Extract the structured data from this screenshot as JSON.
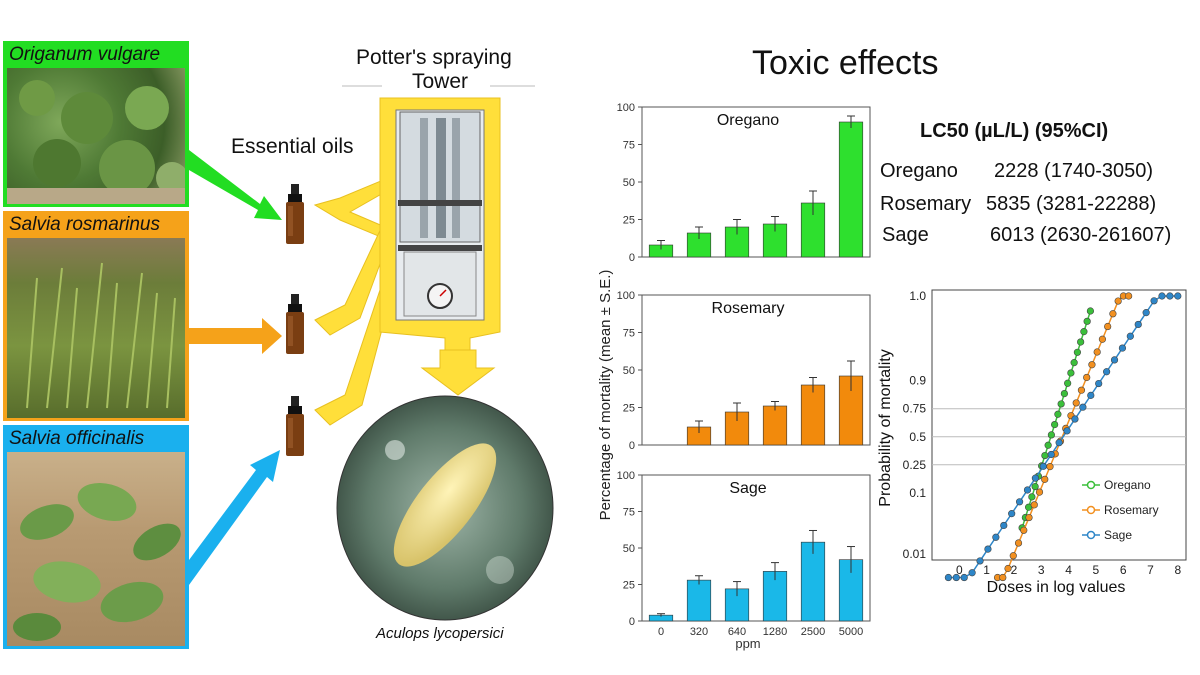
{
  "left": {
    "plants": [
      {
        "name": "Origanum vulgare",
        "color": "#22dd22"
      },
      {
        "name": "Salvia rosmarinus",
        "color": "#f5a21a"
      },
      {
        "name": "Salvia officinalis",
        "color": "#1ab0ee"
      }
    ],
    "essential_oils_label": "Essential oils",
    "tower_label_line1": "Potter's spraying",
    "tower_label_line2": "Tower",
    "mite_label": "Aculops lycopersici"
  },
  "right": {
    "title": "Toxic effects",
    "lc50": {
      "header": "LC50 (µL/L) (95%CI)",
      "rows": [
        {
          "name": "Oregano",
          "value": "2228 (1740-3050)"
        },
        {
          "name": "Rosemary",
          "value": "5835 (3281-22288)"
        },
        {
          "name": "Sage",
          "value": "6013 (2630-261607)"
        }
      ]
    }
  },
  "chart_data": [
    {
      "type": "bar",
      "title": "Oregano",
      "categories": [
        "0",
        "320",
        "640",
        "1280",
        "2500",
        "5000"
      ],
      "values": [
        8,
        16,
        20,
        22,
        36,
        90
      ],
      "errors": [
        3,
        4,
        5,
        5,
        8,
        4
      ],
      "ylim": [
        0,
        100
      ],
      "yticks": [
        0,
        25,
        50,
        75,
        100
      ],
      "color": "#2ee02e"
    },
    {
      "type": "bar",
      "title": "Rosemary",
      "categories": [
        "0",
        "320",
        "640",
        "1280",
        "2500",
        "5000"
      ],
      "values": [
        0,
        12,
        22,
        26,
        40,
        46
      ],
      "errors": [
        0,
        4,
        6,
        3,
        5,
        10
      ],
      "ylim": [
        0,
        100
      ],
      "yticks": [
        0,
        25,
        50,
        75,
        100
      ],
      "color": "#f28a0c"
    },
    {
      "type": "bar",
      "title": "Sage",
      "categories": [
        "0",
        "320",
        "640",
        "1280",
        "2500",
        "5000"
      ],
      "values": [
        4,
        28,
        22,
        34,
        54,
        42
      ],
      "errors": [
        1,
        3,
        5,
        6,
        8,
        9
      ],
      "ylim": [
        0,
        100
      ],
      "yticks": [
        0,
        25,
        50,
        75,
        100
      ],
      "color": "#1ab8e8",
      "xlabel": "ppm",
      "ylabel": "Percentage of mortality (mean ± S.E.)"
    },
    {
      "type": "line",
      "xlabel": "Doses in log values",
      "ylabel": "Probability of mortality",
      "xticks": [
        0,
        1,
        2,
        3,
        4,
        5,
        6,
        7,
        8
      ],
      "yticks": [
        0.01,
        0.1,
        0.25,
        0.5,
        0.75,
        0.9,
        1.0
      ],
      "xlim": [
        -1,
        8.3
      ],
      "series": [
        {
          "name": "Oregano",
          "color": "#3bbf3b",
          "center": 3.35,
          "slope": 3.4,
          "x0": 2.3,
          "x1": 4.8,
          "n": 22
        },
        {
          "name": "Rosemary",
          "color": "#f29020",
          "center": 3.77,
          "slope": 2.6,
          "x0": 1.4,
          "x1": 6.2,
          "n": 26
        },
        {
          "name": "Sage",
          "color": "#2e86c8",
          "center": 3.8,
          "slope": 1.6,
          "x0": -0.4,
          "x1": 8.0,
          "n": 30
        }
      ]
    }
  ]
}
